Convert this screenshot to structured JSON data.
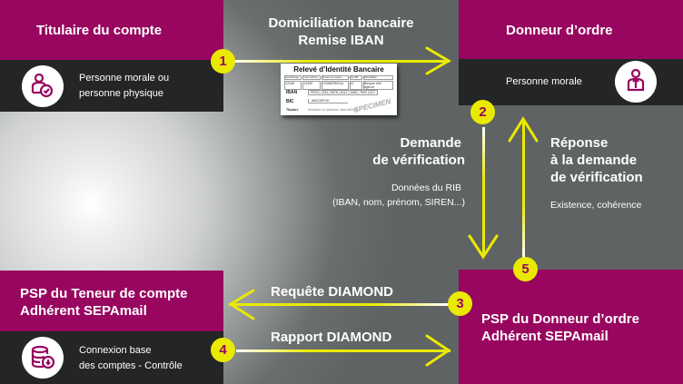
{
  "colors": {
    "purple": "#98065f",
    "dark": "#232526",
    "yellow": "#eaea00",
    "grey": "#5f6363"
  },
  "top_left": {
    "title": "Titulaire du compte",
    "subtitle_line1": "Personne morale ou",
    "subtitle_line2": "personne physique",
    "icon": "person-check-icon"
  },
  "top_right": {
    "title": "Donneur d’ordre",
    "subtitle": "Personne morale",
    "icon": "person-tie-icon"
  },
  "bottom_left": {
    "title_line1": "PSP du Teneur de compte",
    "title_line2": "Adhérent SEPAmail",
    "subtitle_line1": "Connexion base",
    "subtitle_line2": "des comptes - Contrôle",
    "icon": "database-download-icon"
  },
  "bottom_right": {
    "title_line1": "PSP du Donneur d’ordre",
    "title_line2": "Adhérent SEPAmail"
  },
  "steps": [
    {
      "number": "1",
      "label_line1": "Domiciliation bancaire",
      "label_line2": "Remise IBAN"
    },
    {
      "number": "2",
      "label_line1": "Demande",
      "label_line2": "de vérification",
      "detail_line1": "Données du RIB",
      "detail_line2": "(IBAN, nom, prénom, SIREN...)"
    },
    {
      "number": "3",
      "label": "Requête DIAMOND"
    },
    {
      "number": "4",
      "label": "Rapport DIAMOND"
    },
    {
      "number": "5",
      "label_line1": "Réponse",
      "label_line2": "à la demande",
      "label_line3": "de vérification",
      "detail": "Existence, cohérence"
    }
  ],
  "rib_card": {
    "title": "Relevé d’Identité Bancaire",
    "headers": [
      "Code Banque",
      "Code Guichet",
      "Numéro de compte",
      "Clé RIB",
      "Domiciliation"
    ],
    "values": [
      "12345",
      "12345",
      "12345678911A",
      "12",
      "Banque ville agence"
    ],
    "iban_label": "IBAN",
    "iban_value": "FR00 | 1234 | 5678 | 9012 | 3456 | 7890 | A12",
    "bic_label": "BIC",
    "bic_value": "ABCDEFGH",
    "holder_label": "Titulaire",
    "holder_value": "Monsieur ou Madame Jean MAJUE",
    "stamp": "SPECIMEN"
  }
}
